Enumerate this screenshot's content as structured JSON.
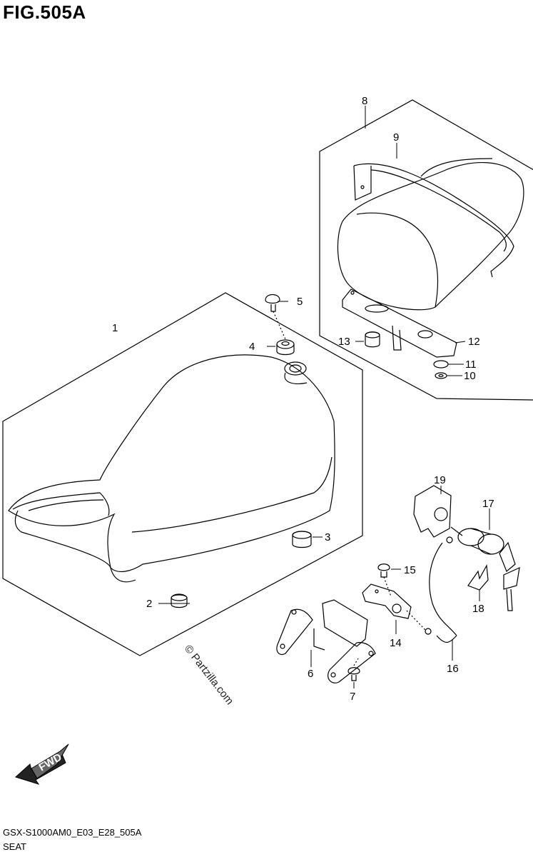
{
  "figure": {
    "title": "FIG.505A",
    "code": "GSX-S1000AM0_E03_E28_505A",
    "name": "SEAT"
  },
  "watermark": "© Partzilla.com",
  "fwd_label": "FWD",
  "callouts": [
    "1",
    "2",
    "3",
    "4",
    "5",
    "6",
    "7",
    "8",
    "9",
    "10",
    "11",
    "12",
    "13",
    "14",
    "15",
    "16",
    "17",
    "18",
    "19"
  ]
}
